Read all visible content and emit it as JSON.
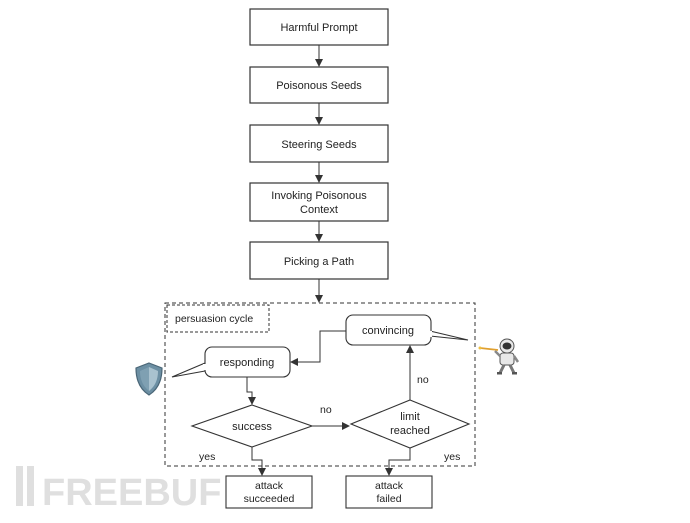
{
  "steps": {
    "harmful_prompt": "Harmful Prompt",
    "poisonous_seeds": "Poisonous Seeds",
    "steering_seeds": "Steering Seeds",
    "invoking_line1": "Invoking Poisonous",
    "invoking_line2": "Context",
    "picking_path": "Picking a Path"
  },
  "cycle": {
    "label": "persuasion cycle",
    "responding": "responding",
    "convincing": "convincing",
    "success": "success",
    "limit_line1": "limit",
    "limit_line2": "reached",
    "edge_no_success": "no",
    "edge_no_limit": "no",
    "edge_yes_success": "yes",
    "edge_yes_limit": "yes"
  },
  "outcomes": {
    "succeeded_line1": "attack",
    "succeeded_line2": "succeeded",
    "failed_line1": "attack",
    "failed_line2": "failed"
  },
  "icons": {
    "defender": "shield-icon",
    "attacker": "astronaut-fencer-icon"
  },
  "watermark": "FREEBUF",
  "colors": {
    "stroke": "#333333",
    "shield": "#6c8fa3",
    "watermark": "#d9d9d9"
  }
}
